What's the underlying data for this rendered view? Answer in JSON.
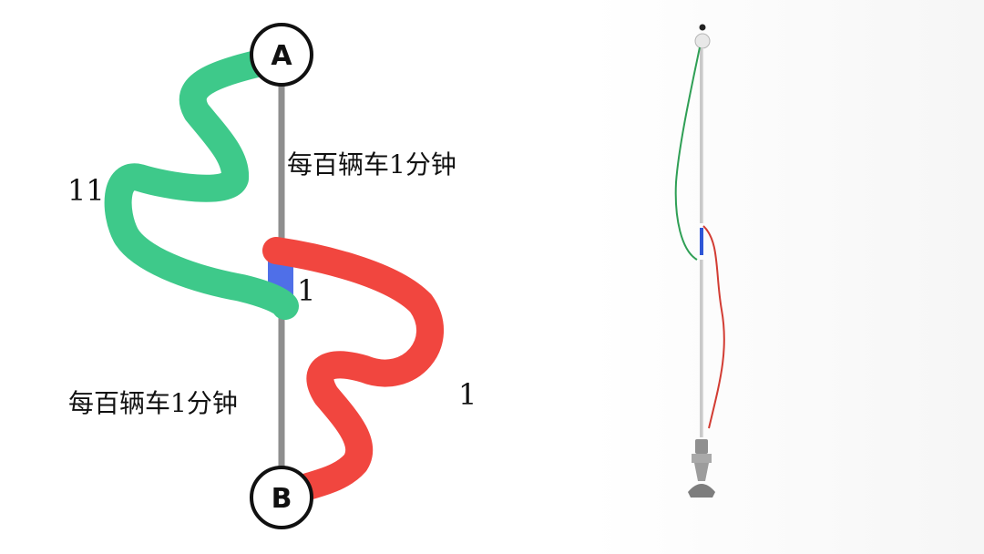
{
  "nodes": {
    "top": "A",
    "bottom": "B"
  },
  "labels": {
    "upper_straight_rate": "每百辆车1分钟",
    "lower_straight_rate": "每百辆车1分钟",
    "green_detour_cost": "11",
    "red_detour_cost": "1",
    "shortcut_cost": "1"
  },
  "colors": {
    "straight_road": "#8e8e8e",
    "green_detour": "#3ec98a",
    "red_detour": "#f1463f",
    "shortcut": "#4f6fe8",
    "node_border": "#111111"
  },
  "icons": {
    "model": "string-spring-weight-model-photo"
  }
}
